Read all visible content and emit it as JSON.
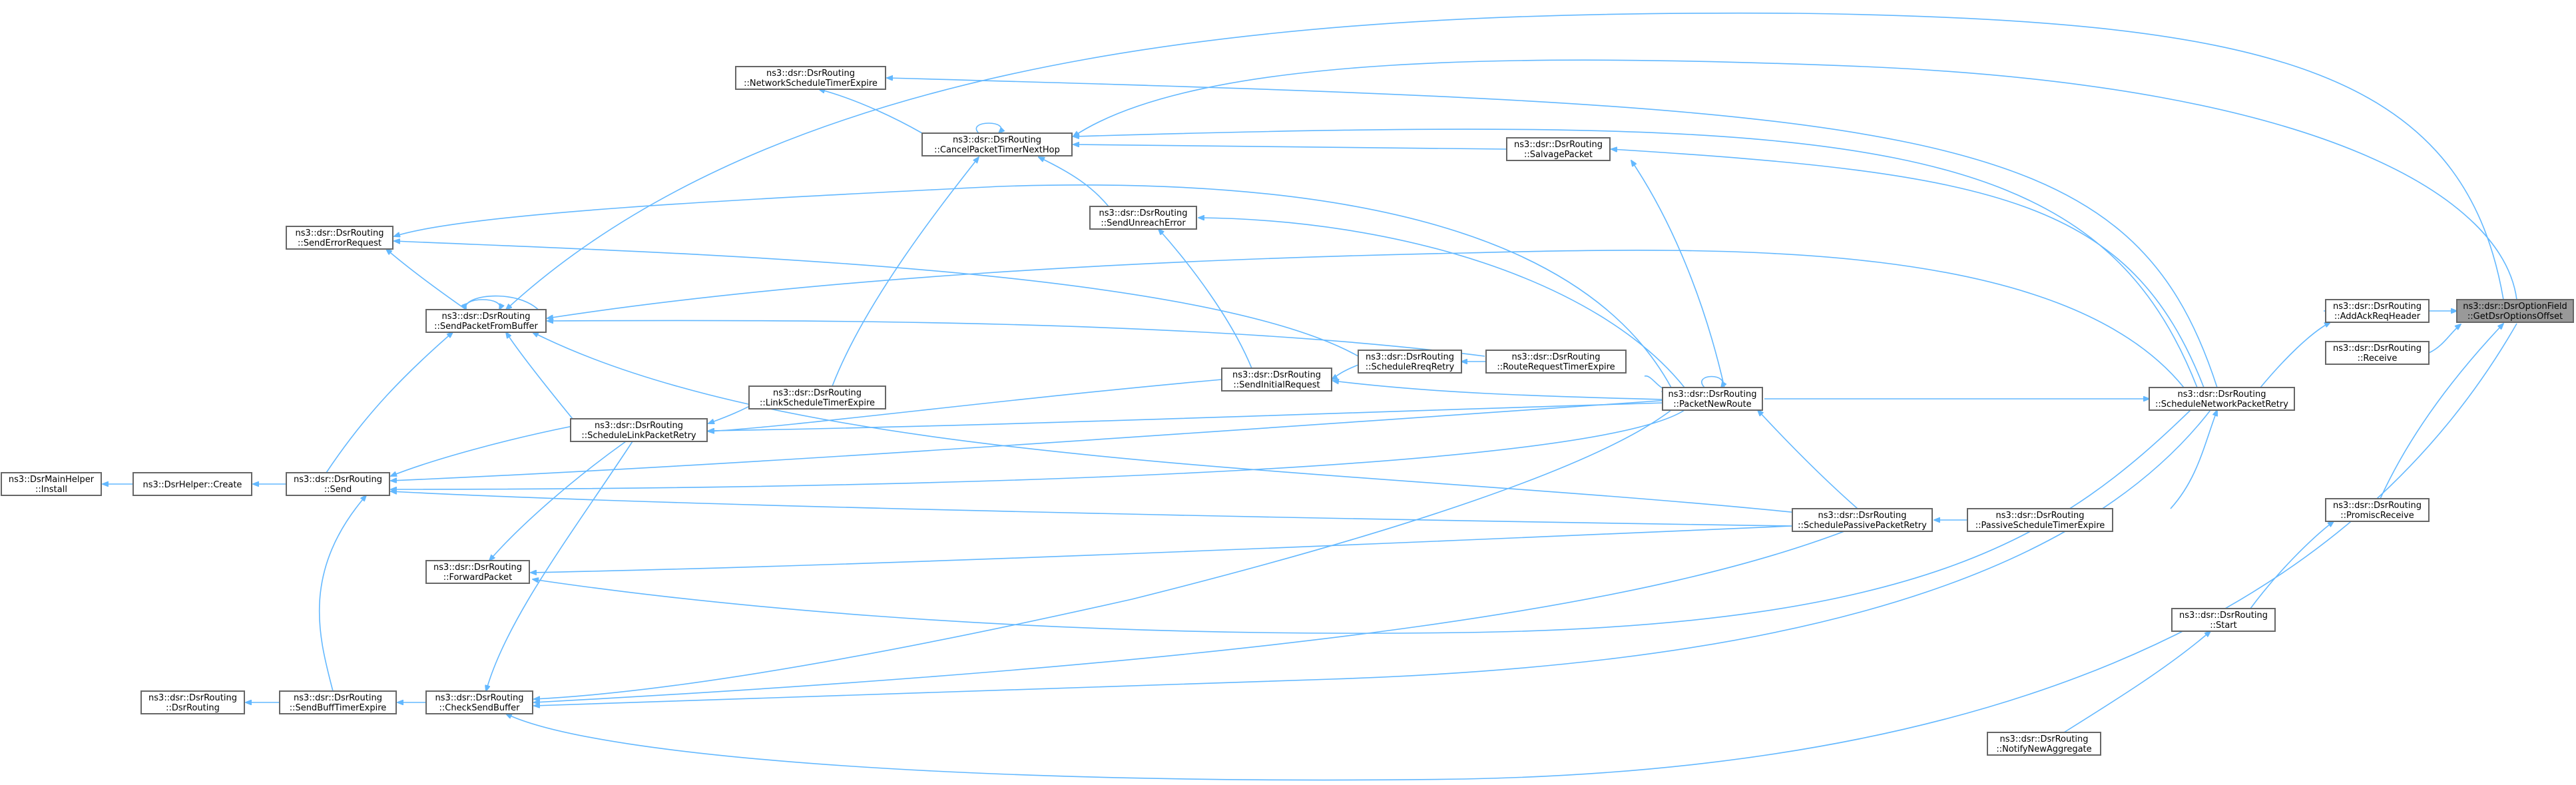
{
  "colors": {
    "edge": "#63b8ff",
    "node_border": "#666666",
    "focus_fill": "#999999",
    "background": "#ffffff"
  },
  "nodes": {
    "get_options_offset": [
      "ns3::dsr::DsrOptionField",
      "::GetDsrOptionsOffset"
    ],
    "add_ack_req_header": [
      "ns3::dsr::DsrRouting",
      "::AddAckReqHeader"
    ],
    "receive": [
      "ns3::dsr::DsrRouting",
      "::Receive"
    ],
    "promisc_receive": [
      "ns3::dsr::DsrRouting",
      "::PromiscReceive"
    ],
    "start": [
      "ns3::dsr::DsrRouting",
      "::Start"
    ],
    "notify_new_aggregate": [
      "ns3::dsr::DsrRouting",
      "::NotifyNewAggregate"
    ],
    "schedule_network_packet_retry": [
      "ns3::dsr::DsrRouting",
      "::ScheduleNetworkPacketRetry"
    ],
    "passive_schedule_timer_expire": [
      "ns3::dsr::DsrRouting",
      "::PassiveScheduleTimerExpire"
    ],
    "schedule_passive_packet_retry": [
      "ns3::dsr::DsrRouting",
      "::SchedulePassivePacketRetry"
    ],
    "packet_new_route": [
      "ns3::dsr::DsrRouting",
      "::PacketNewRoute"
    ],
    "route_request_timer_expire": [
      "ns3::dsr::DsrRouting",
      "::RouteRequestTimerExpire"
    ],
    "schedule_rreq_retry": [
      "ns3::dsr::DsrRouting",
      "::ScheduleRreqRetry"
    ],
    "send_initial_request": [
      "ns3::dsr::DsrRouting",
      "::SendInitialRequest"
    ],
    "salvage_packet": [
      "ns3::dsr::DsrRouting",
      "::SalvagePacket"
    ],
    "network_schedule_timer_expire": [
      "ns3::dsr::DsrRouting",
      "::NetworkScheduleTimerExpire"
    ],
    "cancel_packet_timer_next_hop": [
      "ns3::dsr::DsrRouting",
      "::CancelPacketTimerNextHop"
    ],
    "send_unreach_error": [
      "ns3::dsr::DsrRouting",
      "::SendUnreachError"
    ],
    "link_schedule_timer_expire": [
      "ns3::dsr::DsrRouting",
      "::LinkScheduleTimerExpire"
    ],
    "schedule_link_packet_retry": [
      "ns3::dsr::DsrRouting",
      "::ScheduleLinkPacketRetry"
    ],
    "send_error_request": [
      "ns3::dsr::DsrRouting",
      "::SendErrorRequest"
    ],
    "send_packet_from_buffer": [
      "ns3::dsr::DsrRouting",
      "::SendPacketFromBuffer"
    ],
    "send": [
      "ns3::dsr::DsrRouting",
      "::Send"
    ],
    "forward_packet": [
      "ns3::dsr::DsrRouting",
      "::ForwardPacket"
    ],
    "check_send_buffer": [
      "ns3::dsr::DsrRouting",
      "::CheckSendBuffer"
    ],
    "send_buff_timer_expire": [
      "ns3::dsr::DsrRouting",
      "::SendBuffTimerExpire"
    ],
    "dsr_routing_ctor": [
      "ns3::dsr::DsrRouting",
      "::DsrRouting"
    ],
    "helper_create": [
      "ns3::DsrHelper::Create"
    ],
    "main_helper_install": [
      "ns3::DsrMainHelper",
      "::Install"
    ]
  }
}
